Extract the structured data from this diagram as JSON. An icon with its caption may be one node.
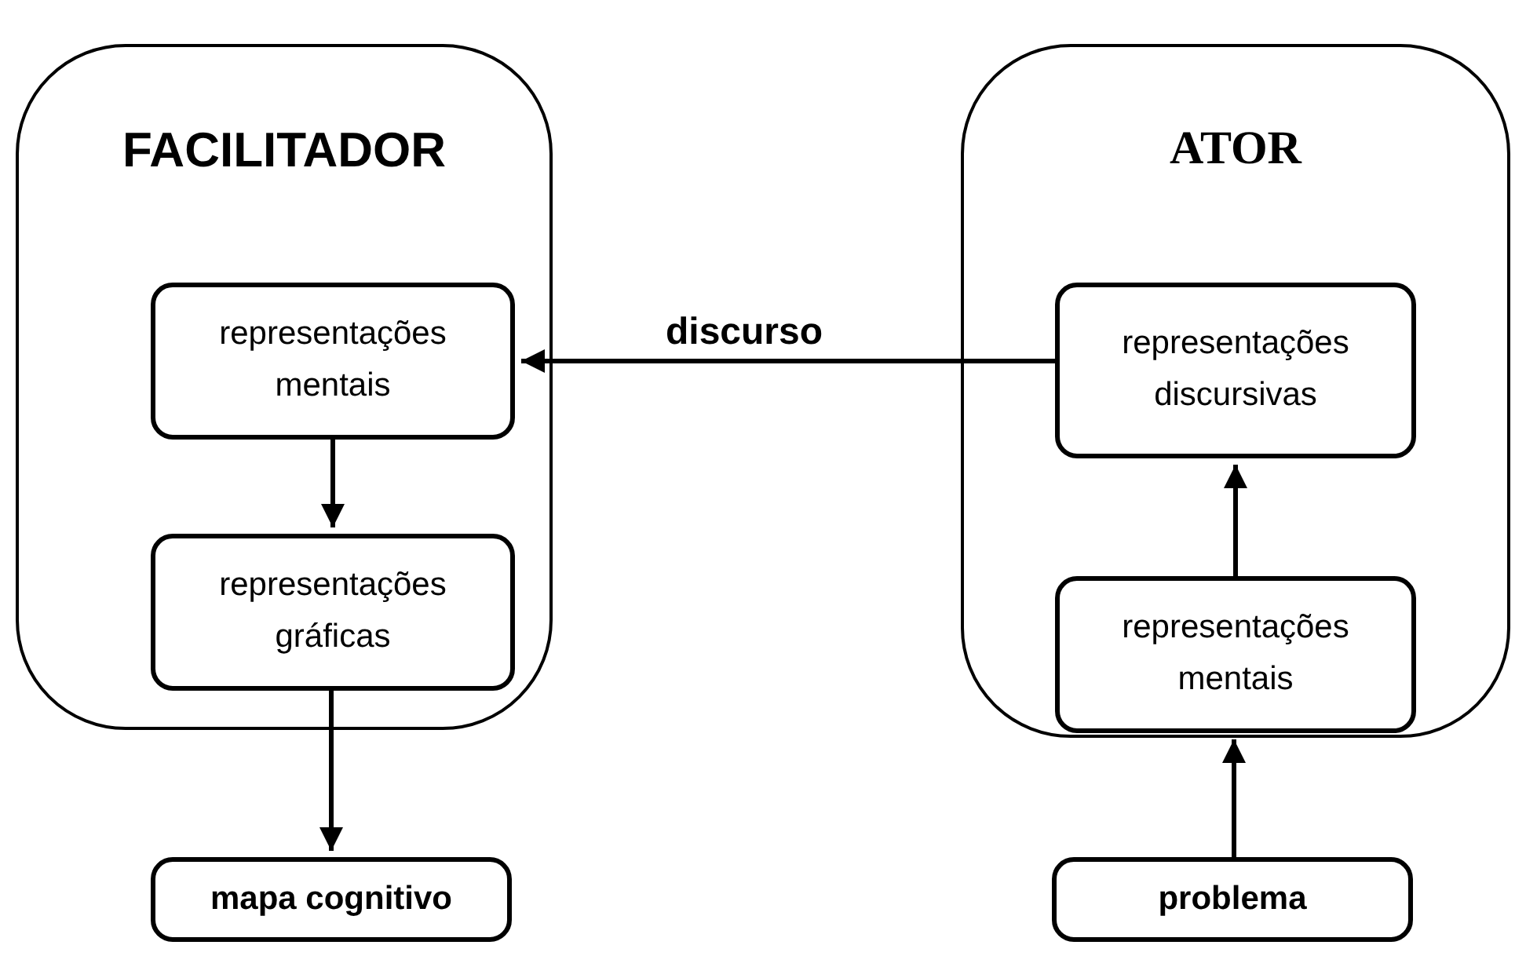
{
  "diagram": {
    "nodes": [
      {
        "text": [
          "FACILITADOR"
        ]
      },
      {
        "text": [
          "representações mentais"
        ],
        "in": 0
      },
      {
        "text": [
          "representações gráficas"
        ],
        "in": 0
      },
      {
        "text": [
          "mapa cognitivo"
        ]
      },
      {
        "text": [
          "ATOR"
        ]
      },
      {
        "text": [
          "representações discursivas"
        ],
        "in": 4
      },
      {
        "text": [
          "representações mentais"
        ],
        "in": 4
      },
      {
        "text": [
          "problema"
        ]
      }
    ],
    "edges": [
      {
        "from": 5,
        "to": 1,
        "arrow": "to",
        "label": "discurso"
      },
      {
        "from": 1,
        "to": 2,
        "arrow": "to"
      },
      {
        "from": 2,
        "to": 3,
        "arrow": "to"
      },
      {
        "from": 7,
        "to": 6,
        "arrow": "to"
      },
      {
        "from": 6,
        "to": 5,
        "arrow": "to"
      }
    ]
  }
}
